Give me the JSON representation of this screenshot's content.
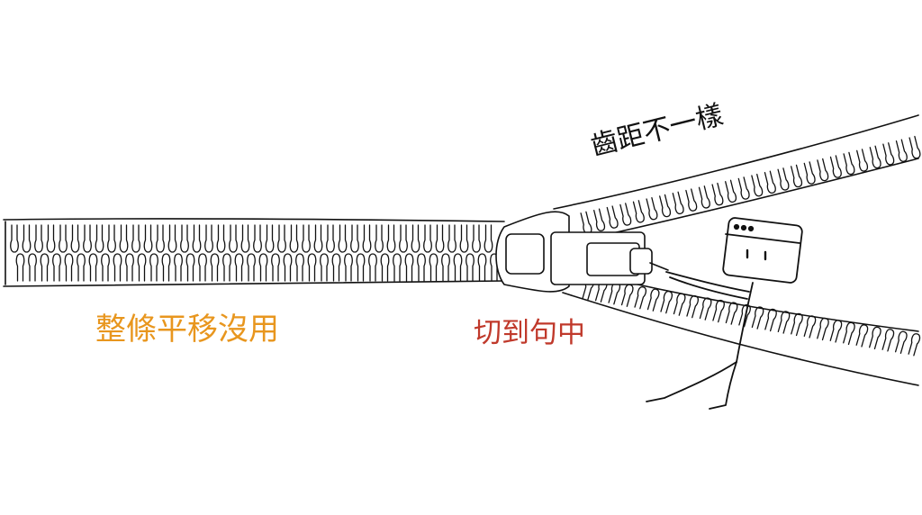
{
  "labels": {
    "different_pitch": "齒距不一樣",
    "whole_shift_useless": "整條平移沒用",
    "cut_mid_sentence": "切到句中"
  },
  "colors": {
    "ink": "#111111",
    "orange": "#e8961e",
    "red": "#c0392b",
    "background": "#ffffff"
  },
  "icons": {
    "character": "stick-figure-with-browser-window-head",
    "zipper": "zipper-with-slider"
  }
}
